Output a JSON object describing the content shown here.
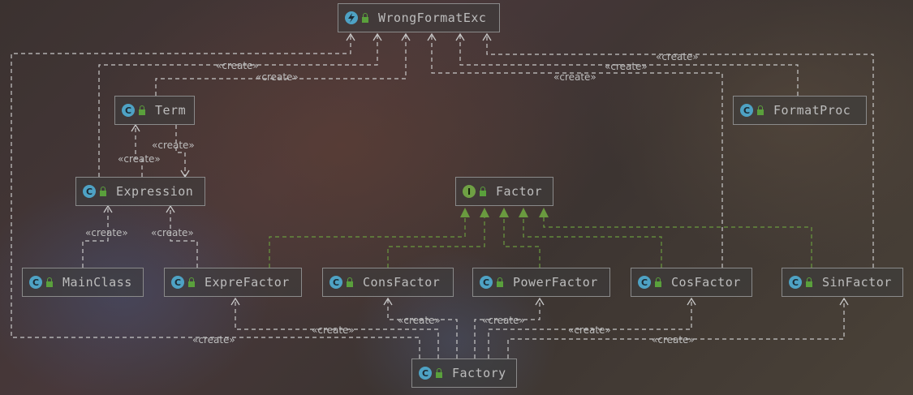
{
  "nodes": {
    "wrong_format_exc": {
      "label": "WrongFormatExc",
      "icon": "lightning-exception-icon"
    },
    "term": {
      "label": "Term",
      "icon": "class-icon"
    },
    "format_proc": {
      "label": "FormatProc",
      "icon": "class-icon"
    },
    "expression": {
      "label": "Expression",
      "icon": "class-icon"
    },
    "factor": {
      "label": "Factor",
      "icon": "interface-icon"
    },
    "main_class": {
      "label": "MainClass",
      "icon": "main-class-icon"
    },
    "expre_factor": {
      "label": "ExpreFactor",
      "icon": "class-icon"
    },
    "cons_factor": {
      "label": "ConsFactor",
      "icon": "class-icon"
    },
    "power_factor": {
      "label": "PowerFactor",
      "icon": "class-icon"
    },
    "cos_factor": {
      "label": "CosFactor",
      "icon": "class-icon"
    },
    "sin_factor": {
      "label": "SinFactor",
      "icon": "class-icon"
    },
    "factory": {
      "label": "Factory",
      "icon": "class-icon"
    }
  },
  "badges": {
    "class": "C",
    "interface": "I"
  },
  "relation_label": "«create»",
  "colors": {
    "create_edge": "#c8c8c8",
    "implements_edge": "#6a9a3f",
    "class_badge": "#4ea2c4",
    "interface_badge": "#6fa044",
    "label_text": "#bdbdbd"
  }
}
